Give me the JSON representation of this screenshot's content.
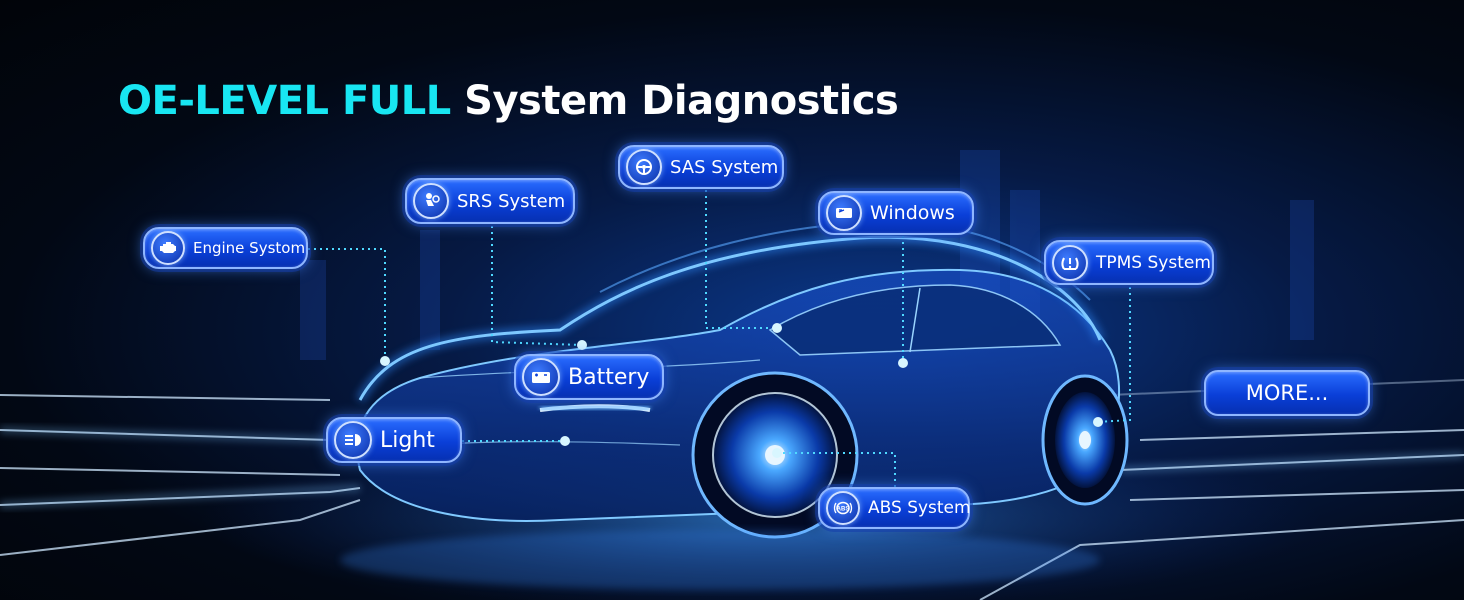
{
  "headline": {
    "accent": "OE-LEVEL FULL",
    "rest": " System Diagnostics"
  },
  "systems": {
    "engine": {
      "label": "Engine Systom",
      "icon": "engine-icon"
    },
    "srs": {
      "label": "SRS System",
      "icon": "airbag-seat-icon"
    },
    "sas": {
      "label": "SAS System",
      "icon": "steering-wheel-icon"
    },
    "windows": {
      "label": "Windows",
      "icon": "window-icon"
    },
    "tpms": {
      "label": "TPMS System",
      "icon": "tire-pressure-icon"
    },
    "battery": {
      "label": "Battery",
      "icon": "battery-icon"
    },
    "light": {
      "label": "Light",
      "icon": "headlight-icon"
    },
    "abs": {
      "label": "ABS System",
      "icon": "abs-brake-icon"
    }
  },
  "more": {
    "label": "MORE..."
  },
  "colors": {
    "accent": "#18e6f2",
    "pill": "#0a3fd8",
    "connector": "#4fd8ff"
  }
}
